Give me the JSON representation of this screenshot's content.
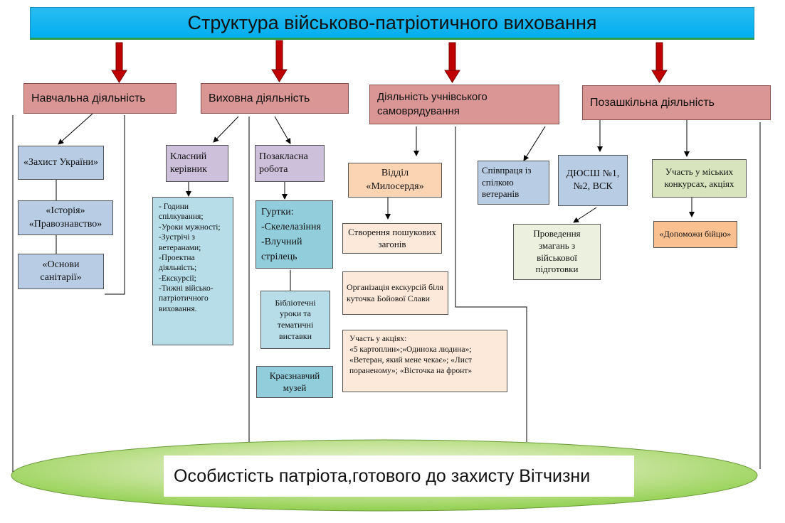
{
  "title": "Структура військово-патріотичного виховання",
  "categories": {
    "educational": "Навчальна діяльність",
    "upbringing": "Виховна діяльність",
    "self_government": "Діяльність учнівського самоврядування",
    "extracurricular": "Позашкільна діяльність"
  },
  "educational": {
    "defense": "«Захист України»",
    "history": "«Історія» «Правознавство»",
    "sanitary": "«Основи санітарії»"
  },
  "upbringing": {
    "class_teacher": "Класний керівник",
    "class_teacher_items": [
      "- Години спілкування;",
      "-Уроки мужності;",
      "-Зустрічі з ветеранами;",
      "-Проектна діяльність;",
      "-Екскурсії;",
      "-Тижні військо-патріотичного виховання."
    ],
    "out_of_class": "Позакласна робота",
    "clubs_title": "Гуртки:",
    "clubs_items": [
      "-Скелелазіння",
      "-Влучний стрілець"
    ],
    "library": "Бібліотечні уроки та тематичні виставки",
    "museum": "Краєзнавчий музей"
  },
  "self_government": {
    "mercy": "Відділ «Милосердя»",
    "search_teams": "Створення пошукових загонів",
    "excursions": "Організація екскурсій біля куточка Бойової Слави",
    "actions_title": "Участь у акціях:",
    "actions_text": "«5 картоплин»;«Одинока людина»; «Ветеран, який мене чекає»; «Лист пораненому»; «Вісточка на фронт»",
    "veterans": "Співпраця із спілкою ветеранів"
  },
  "extracurricular": {
    "dyussh": "ДЮСШ №1, №2, ВСК",
    "competitions": "Проведення змагань з військової підготовки",
    "city_contests": "Участь у міських конкурсах, акціях",
    "help_fighter": "«Допоможи бійцю»"
  },
  "result": "Особистість патріота,готового до захисту Вітчизни",
  "colors": {
    "title_bg": "#00aeef",
    "category_bg": "#d99694",
    "arrow": "#c00000",
    "ellipse": "#92d050"
  }
}
